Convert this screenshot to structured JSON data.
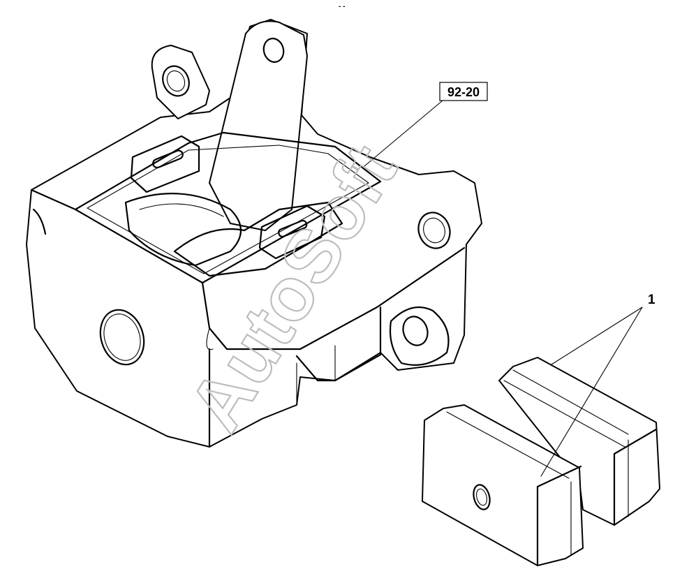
{
  "labels": {
    "top_mark": "- -",
    "ref_code": "92-20",
    "part_number": "1"
  },
  "watermark": "AutoSoft",
  "icons": {
    "caliper": "brake-caliper-icon",
    "pads": "brake-pads-icon"
  }
}
